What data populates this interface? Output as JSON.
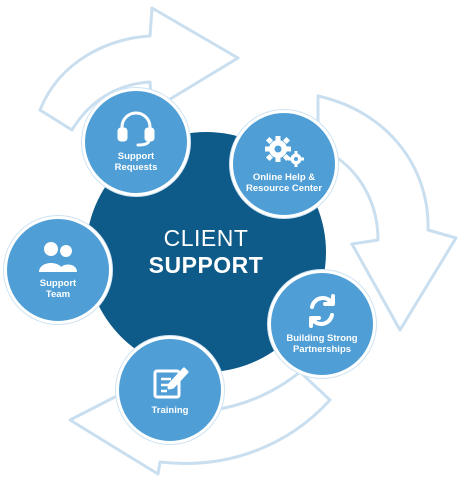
{
  "center": {
    "line1": "CLIENT",
    "line2": "SUPPORT"
  },
  "nodes": [
    {
      "id": "support-requests",
      "label": "Support\nRequests",
      "icon": "headset-icon"
    },
    {
      "id": "online-help",
      "label": "Online Help &\nResource Center",
      "icon": "gears-icon"
    },
    {
      "id": "building-partnerships",
      "label": "Building Strong\nPartnerships",
      "icon": "refresh-icon"
    },
    {
      "id": "training",
      "label": "Training",
      "icon": "edit-document-icon"
    },
    {
      "id": "support-team",
      "label": "Support\nTeam",
      "icon": "users-icon"
    }
  ],
  "colors": {
    "center": "#0e5a88",
    "node": "#4f9fd6",
    "arrow_outline": "#c9dff0"
  }
}
